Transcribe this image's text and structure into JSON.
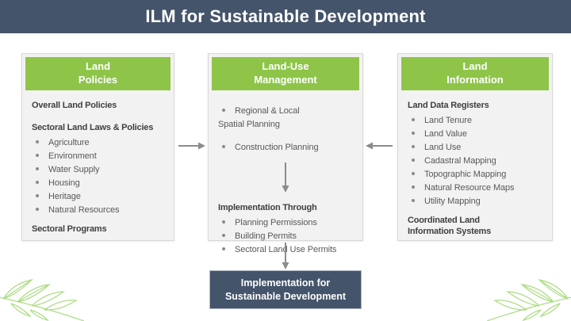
{
  "title": "ILM for Sustainable Development",
  "colors": {
    "navy": "#44546A",
    "green": "#8EC549",
    "panel_bg": "#F2F2F2",
    "arrow_gray": "#8C8C8C",
    "leaf_green": "#ABDC82"
  },
  "columns": [
    {
      "header": "Land\nPolicies",
      "heading1": "Overall Land Policies",
      "heading2": "Sectoral Land Laws & Policies",
      "bullets": [
        "Agriculture",
        "Environment",
        "Water Supply",
        "Housing",
        "Heritage",
        "Natural Resources"
      ],
      "heading3": "Sectoral Programs"
    },
    {
      "header": "Land-Use\nManagement",
      "bullets_top": [
        "Regional & Local\nSpatial Planning",
        "Construction Planning"
      ],
      "heading": "Implementation Through",
      "bullets_bottom": [
        "Planning Permissions",
        "Building Permits",
        "Sectoral Land Use Permits"
      ]
    },
    {
      "header": "Land\nInformation",
      "heading1": "Land Data Registers",
      "bullets": [
        "Land Tenure",
        "Land Value",
        "Land Use",
        "Cadastral Mapping",
        "Topographic Mapping",
        "Natural Resource Maps",
        "Utility Mapping"
      ],
      "heading2": "Coordinated Land\nInformation Systems"
    }
  ],
  "bottom_box": "Implementation for\nSustainable Development"
}
